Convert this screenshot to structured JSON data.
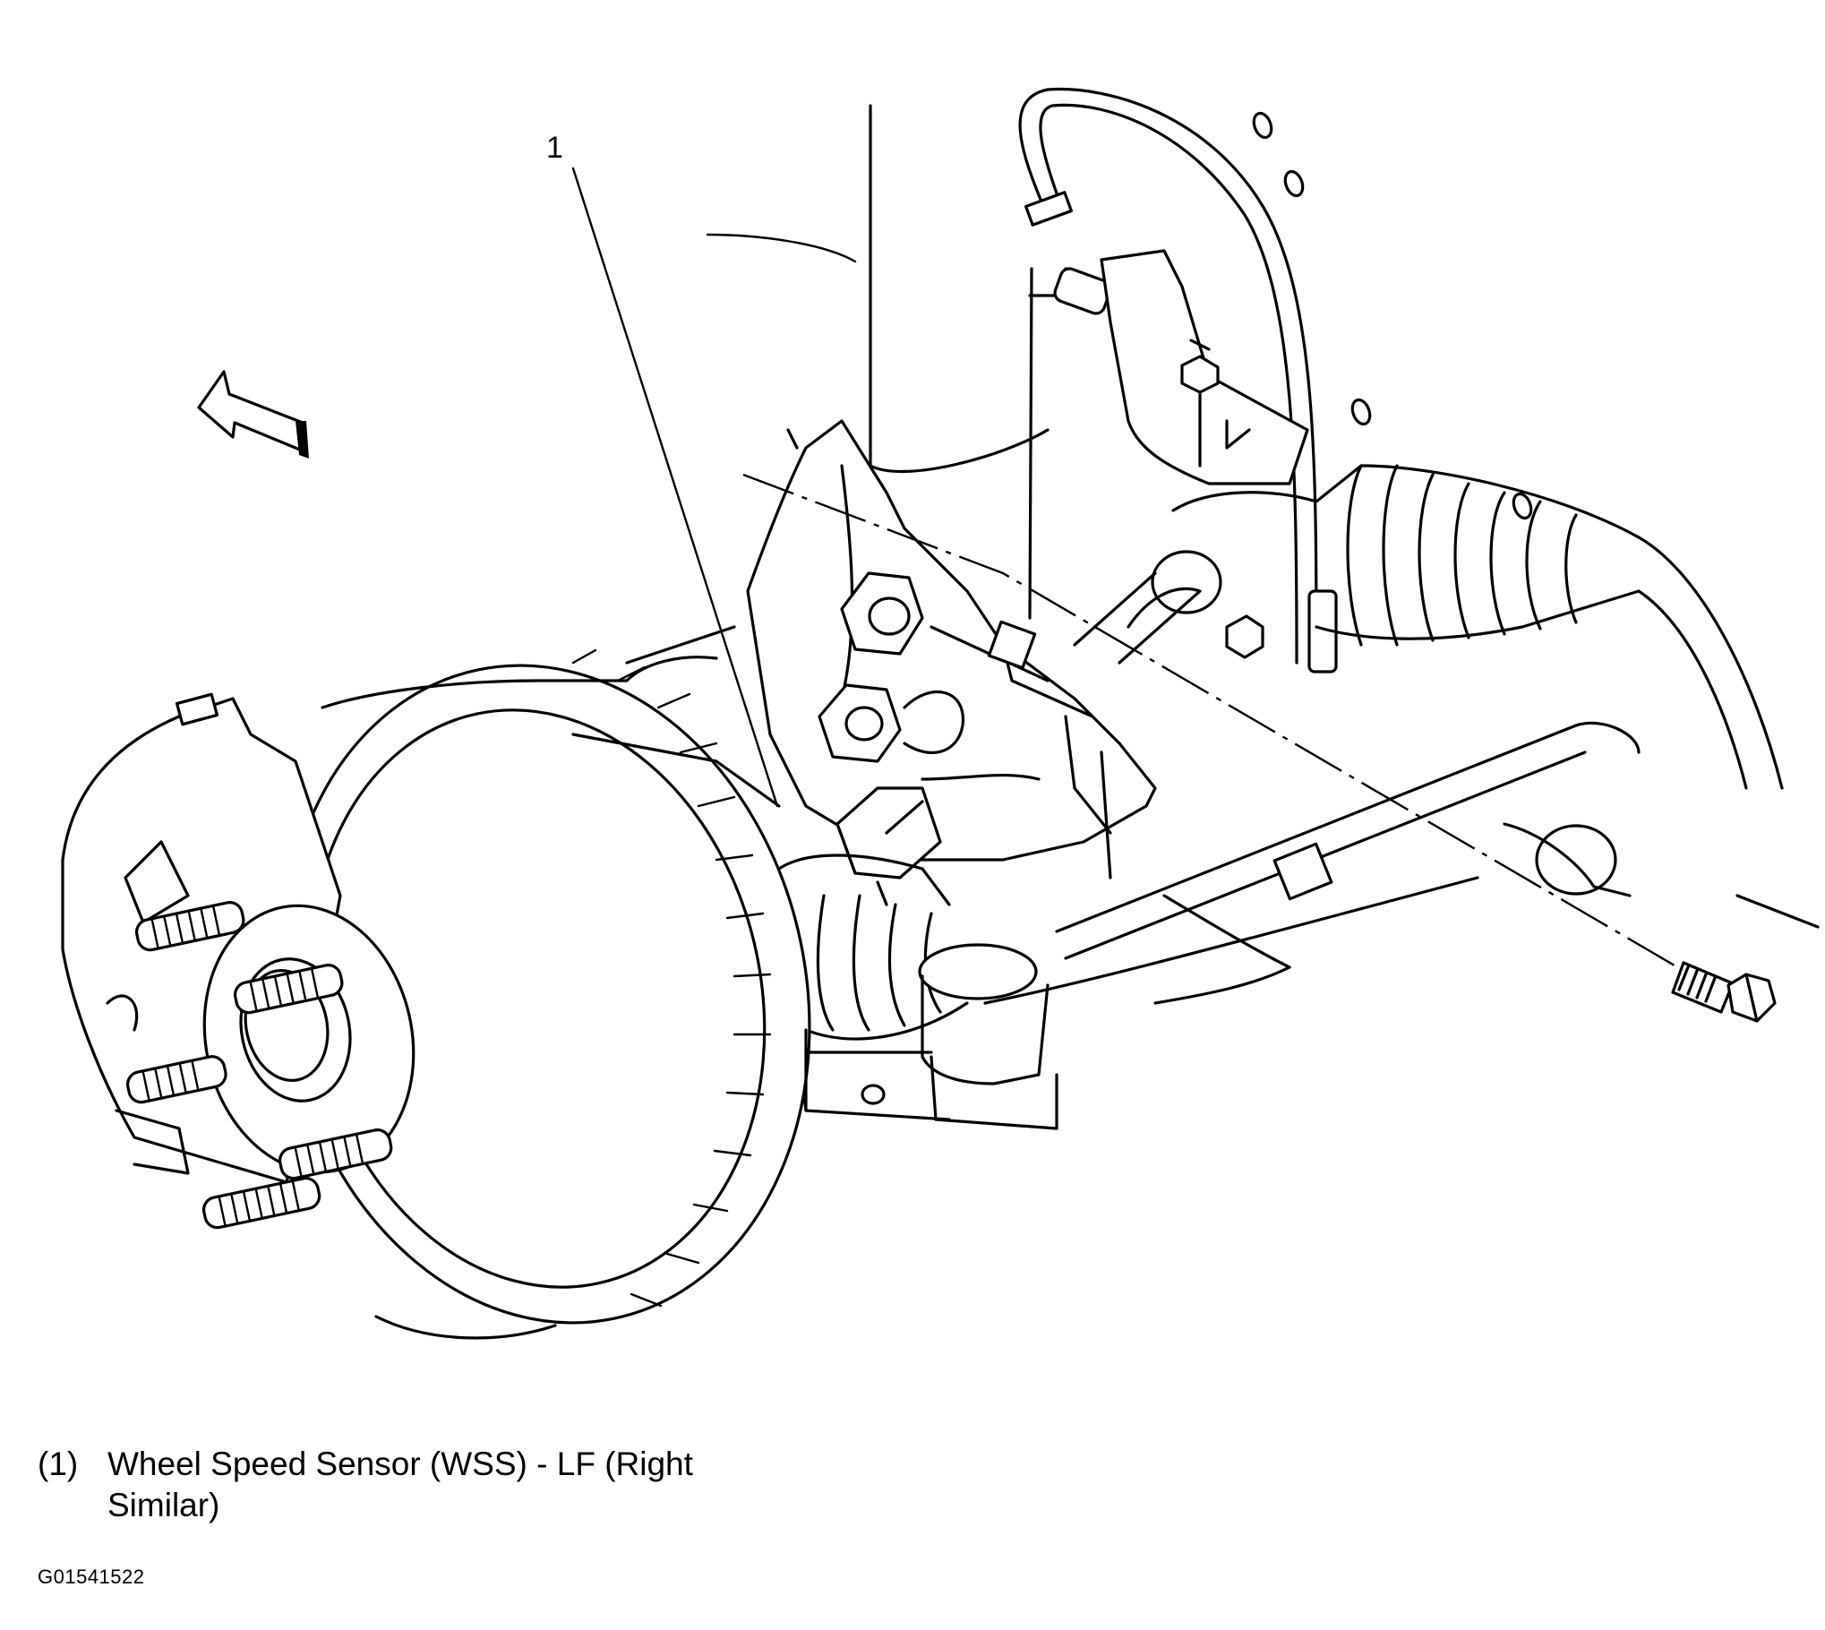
{
  "callouts": [
    {
      "number": "1"
    }
  ],
  "legend": [
    {
      "number": "(1)",
      "label": "Wheel Speed Sensor (WSS) - LF (Right Similar)"
    }
  ],
  "figure_id": "G01541522",
  "icons": {
    "direction_arrow": "arrow-icon"
  }
}
